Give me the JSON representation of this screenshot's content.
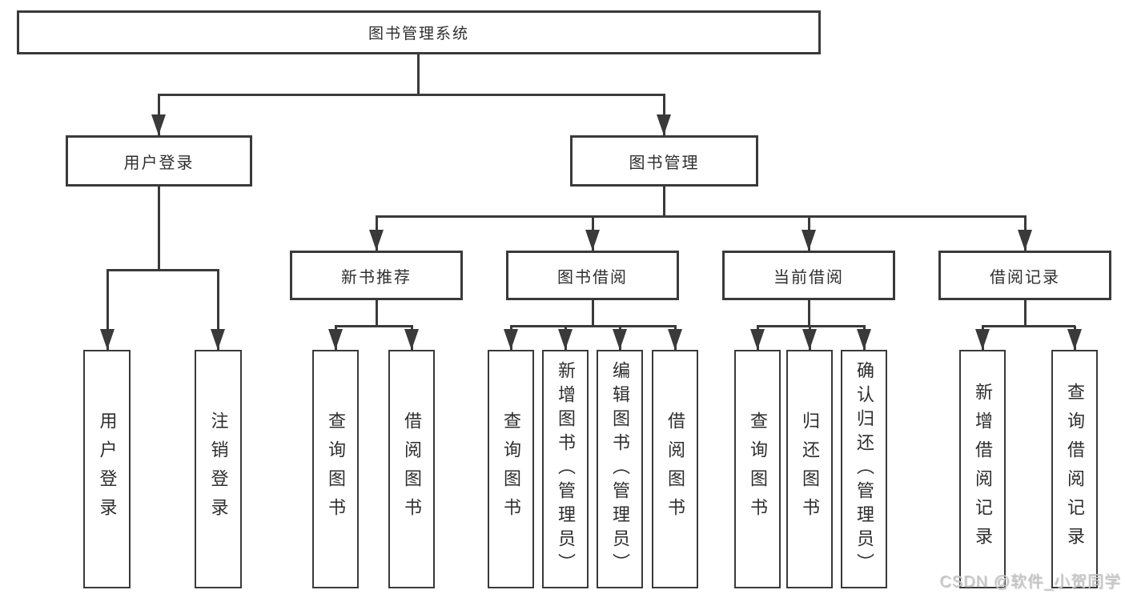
{
  "diagram": {
    "root": {
      "label": "图书管理系统"
    },
    "branches": [
      {
        "label": "用户登录",
        "children": [
          {
            "label": "用户登录"
          },
          {
            "label": "注销登录"
          }
        ]
      },
      {
        "label": "图书管理",
        "children": [
          {
            "label": "新书推荐",
            "children": [
              {
                "label": "查询图书"
              },
              {
                "label": "借阅图书"
              }
            ]
          },
          {
            "label": "图书借阅",
            "children": [
              {
                "label": "查询图书"
              },
              {
                "label": "新增图书（管理员）"
              },
              {
                "label": "编辑图书（管理员）"
              },
              {
                "label": "借阅图书"
              }
            ]
          },
          {
            "label": "当前借阅",
            "children": [
              {
                "label": "查询图书"
              },
              {
                "label": "归还图书"
              },
              {
                "label": "确认归还（管理员）"
              }
            ]
          },
          {
            "label": "借阅记录",
            "children": [
              {
                "label": "新增借阅记录"
              },
              {
                "label": "查询借阅记录"
              }
            ]
          }
        ]
      }
    ]
  },
  "watermark": {
    "text": "CSDN @软件_小贺同学"
  },
  "colors": {
    "line": "#3a3a3a",
    "text": "#2e2e2e",
    "background": "#ffffff",
    "watermark": "#c9c9c9"
  }
}
